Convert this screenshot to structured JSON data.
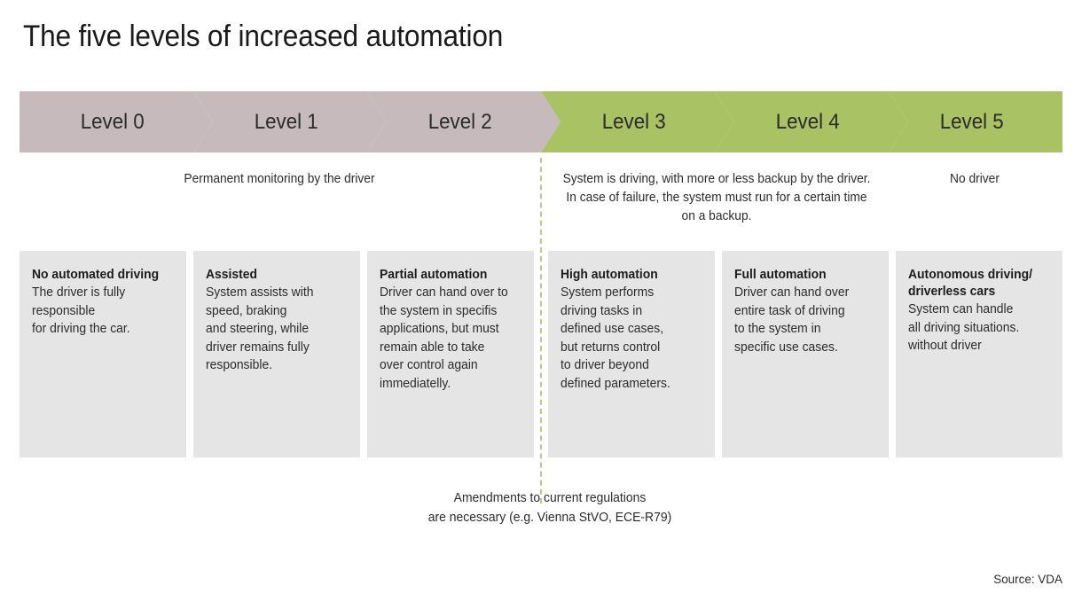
{
  "title": "The five levels of increased automation",
  "colors": {
    "mauve": "#c6babd",
    "green": "#a9c263",
    "box_gray": "#e6e5e5",
    "dashed_line": "#b9cc78",
    "text": "#2b2b2b",
    "background": "#ffffff"
  },
  "chevrons": [
    {
      "label": "Level 0",
      "color": "#c6babd"
    },
    {
      "label": "Level 1",
      "color": "#c6babd"
    },
    {
      "label": "Level 2",
      "color": "#c6babd"
    },
    {
      "label": "Level 3",
      "color": "#a9c263"
    },
    {
      "label": "Level 4",
      "color": "#a9c263"
    },
    {
      "label": "Level 5",
      "color": "#a9c263"
    }
  ],
  "annotations": {
    "left": "Permanent monitoring by the driver",
    "middle": "System is driving, with more or less backup by the driver. In case of failure, the system must run for a certain time on a backup.",
    "right": "No driver"
  },
  "boxes": [
    {
      "heading": "No automated driving",
      "body": "The driver is fully\nresponsible\nfor driving the car."
    },
    {
      "heading": "Assisted",
      "body": "System assists with\nspeed, braking\nand steering, while\ndriver remains fully\nresponsible."
    },
    {
      "heading": "Partial automation",
      "body": "Driver can hand over to\nthe system in specifis\napplications, but must\nremain able to take\nover control again\nimmediatelly."
    },
    {
      "heading": "High automation",
      "body": "System performs\ndriving tasks in\ndefined use cases,\nbut returns control\nto driver beyond\ndefined parameters."
    },
    {
      "heading": "Full automation",
      "body": "Driver can hand over\nentire task of driving\nto the system in\nspecific use cases."
    },
    {
      "heading": "Autonomous driving/\ndriverless cars",
      "body": "System can handle\nall driving situations.\nwithout driver"
    }
  ],
  "footnote": "Amendments to current regulations\nare necessary (e.g. Vienna StVO, ECE-R79)",
  "source": "Source: VDA"
}
